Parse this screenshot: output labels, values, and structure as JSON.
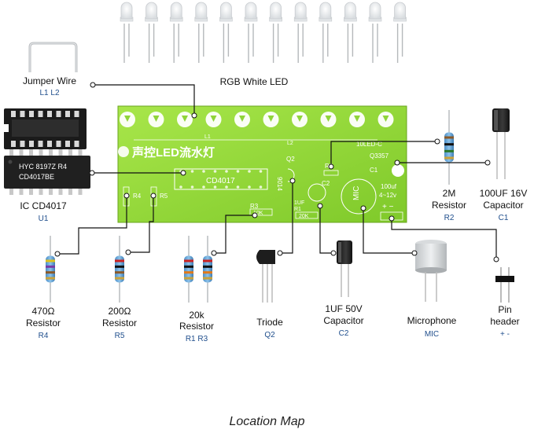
{
  "caption": "Location Map",
  "board": {
    "title": "声控LED流水灯",
    "silk": {
      "chip": "CD4017",
      "l1": "L1",
      "l2": "L2",
      "led_c": "10LED-C",
      "q3357": "Q3357",
      "q2": "Q2",
      "r2": "R2",
      "c2": "C2",
      "c1": "C1",
      "r4": "R4",
      "r5": "R5",
      "r3": "R3",
      "r1": "R1",
      "q9014": "9014",
      "cap_val": "100uf",
      "volt": "4~12v",
      "mic": "MIC",
      "r3_val": "10K",
      "r1_val": "20K",
      "uf1": "1UF"
    }
  },
  "components": [
    {
      "id": "jumper",
      "name": "Jumper Wire",
      "designator": "L1 L2"
    },
    {
      "id": "led",
      "name": "RGB White LED",
      "designator": ""
    },
    {
      "id": "ic",
      "name": "IC CD4017",
      "designator": "U1"
    },
    {
      "id": "r2",
      "name": "2M",
      "name2": "Resistor",
      "designator": "R2"
    },
    {
      "id": "c1",
      "name": "100UF 16V",
      "name2": "Capacitor",
      "designator": "C1"
    },
    {
      "id": "r4",
      "name": "470Ω",
      "name2": "Resistor",
      "designator": "R4"
    },
    {
      "id": "r5",
      "name": "200Ω",
      "name2": "Resistor",
      "designator": "R5"
    },
    {
      "id": "r1r3",
      "name": "20k",
      "name2": "Resistor",
      "designator": "R1 R3"
    },
    {
      "id": "q2",
      "name": "Triode",
      "designator": "Q2"
    },
    {
      "id": "c2",
      "name": "1UF 50V",
      "name2": "Capacitor",
      "designator": "C2"
    },
    {
      "id": "mic",
      "name": "Microphone",
      "designator": "MIC"
    },
    {
      "id": "pin",
      "name": "Pin",
      "name2": "header",
      "designator": "+ -"
    }
  ],
  "chip_marking": {
    "line1": "HYC 8197Z R4",
    "line2": "CD4017BE"
  }
}
